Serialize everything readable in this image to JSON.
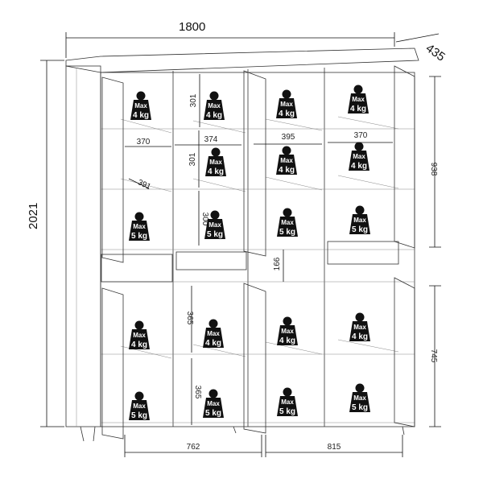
{
  "dimensions": {
    "width": "1800",
    "depth": "435",
    "height": "2021",
    "upper_height": "938",
    "lower_height": "745",
    "lower_left_width": "762",
    "lower_right_width": "815",
    "col1_width": "370",
    "col2_width": "374",
    "col3_width": "395",
    "col4_width": "370",
    "shelf_depth": "391",
    "shelf_gap_1": "301",
    "shelf_gap_2": "301",
    "shelf_gap_3": "300",
    "drawer_gap": "166",
    "lower_gap_1": "365",
    "lower_gap_2": "365"
  },
  "weights": [
    {
      "label": "Max",
      "value": "4 kg"
    },
    {
      "label": "Max",
      "value": "4 kg"
    },
    {
      "label": "Max",
      "value": "4 kg"
    },
    {
      "label": "Max",
      "value": "4 kg"
    },
    {
      "label": "Max",
      "value": "4 kg"
    },
    {
      "label": "Max",
      "value": "4 kg"
    },
    {
      "label": "Max",
      "value": "4 kg"
    },
    {
      "label": "Max",
      "value": "5 kg"
    },
    {
      "label": "Max",
      "value": "5 kg"
    },
    {
      "label": "Max",
      "value": "5 kg"
    },
    {
      "label": "Max",
      "value": "5 kg"
    },
    {
      "label": "Max",
      "value": "4 kg"
    },
    {
      "label": "Max",
      "value": "4 kg"
    },
    {
      "label": "Max",
      "value": "4 kg"
    },
    {
      "label": "Max",
      "value": "4 kg"
    },
    {
      "label": "Max",
      "value": "5 kg"
    },
    {
      "label": "Max",
      "value": "5 kg"
    },
    {
      "label": "Max",
      "value": "5 kg"
    },
    {
      "label": "Max",
      "value": "5 kg"
    }
  ]
}
